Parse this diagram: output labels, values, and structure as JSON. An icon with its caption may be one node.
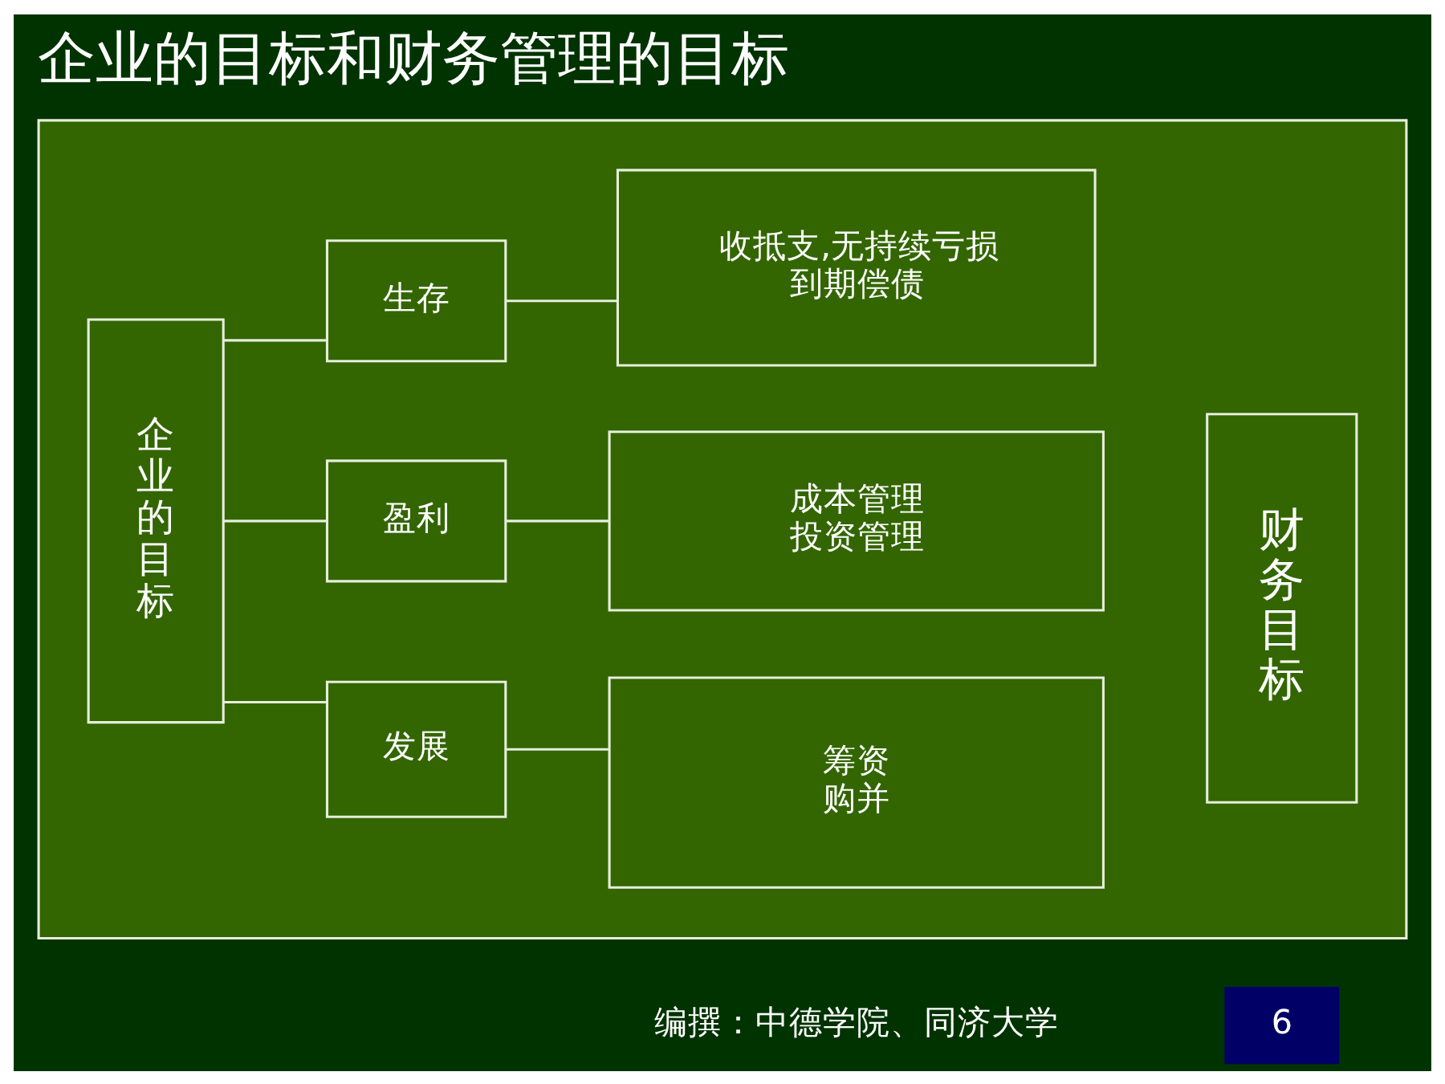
{
  "diagram": {
    "title": "企业的目标和财务管理的目标",
    "nodes": [
      {
        "text": [],
        "shape": "box"
      },
      {
        "text": [
          "企业的目标"
        ],
        "in": 0
      },
      {
        "text": [
          "生存"
        ],
        "in": 0
      },
      {
        "text": [
          "收抵支,无持续亏损",
          "到期偿债"
        ],
        "in": 0
      },
      {
        "text": [
          "盈利"
        ],
        "in": 0
      },
      {
        "text": [
          "成本管理",
          "投资管理"
        ],
        "in": 0
      },
      {
        "text": [
          "发展"
        ],
        "in": 0
      },
      {
        "text": [
          "筹资",
          "购并"
        ],
        "in": 0
      },
      {
        "text": [
          "财务目标"
        ],
        "in": 0
      }
    ],
    "edges": [
      {
        "from": 1,
        "to": 2,
        "arrow": "none"
      },
      {
        "from": 1,
        "to": 4,
        "arrow": "none"
      },
      {
        "from": 1,
        "to": 6,
        "arrow": "none"
      },
      {
        "from": 2,
        "to": 3,
        "arrow": "none"
      },
      {
        "from": 4,
        "to": 5,
        "arrow": "none"
      },
      {
        "from": 6,
        "to": 7,
        "arrow": "none"
      }
    ],
    "labels": [
      "编撰：中德学院、同济大学",
      "6"
    ]
  }
}
